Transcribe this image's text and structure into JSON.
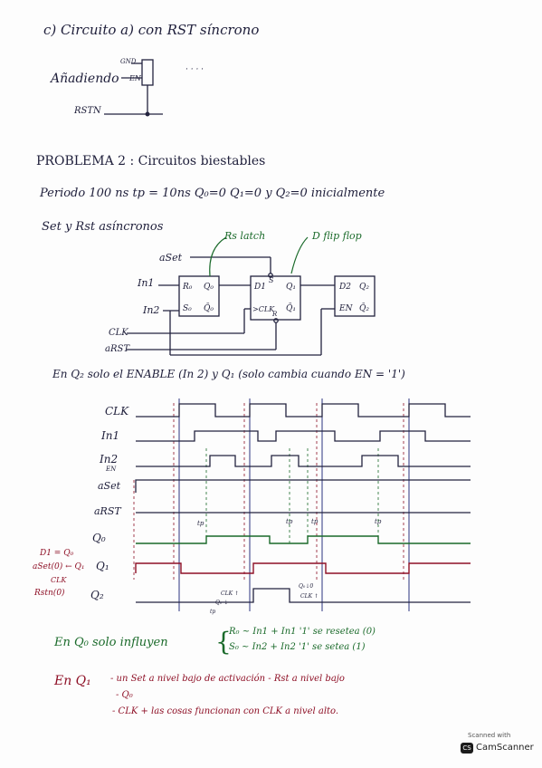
{
  "section_c": {
    "title": "c) Circuito a) con RST síncrono",
    "adding": "Añadiendo",
    "gnd": "GND",
    "en": "EN",
    "dots": "· · · ·",
    "rstn": "RSTN"
  },
  "problem2": {
    "title": "PROBLEMA 2 : Circuitos biestables",
    "period": "Periodo 100 ns   tp = 10ns   Q₀=0  Q₁=0 y Q₂=0 inicialmente",
    "set_rst": "Set y Rst asíncronos",
    "rs_latch": "Rs latch",
    "d_flipflop": "D flip flop"
  },
  "circuit": {
    "aset": "aSet",
    "in1": "In1",
    "in2": "In2",
    "clk": "CLK",
    "arst": "aRST",
    "r0": "R₀",
    "q0": "Q₀",
    "s0": "S₀",
    "q0bar": "Q̄₀",
    "d1": "D1",
    "s": "S",
    "q1": "Q₁",
    "clk_in": ">CLK",
    "r": "R",
    "q1bar": "Q̄₁",
    "d2": "D2",
    "q2": "Q₂",
    "en": "EN",
    "q2bar": "Q̄₂"
  },
  "note_q2": "En Q₂ solo el ENABLE (In 2) y Q₁ (solo cambia cuando EN = '1')",
  "timing": {
    "labels": [
      "CLK",
      "In1",
      "In2",
      "EN",
      "aSet",
      "aRST",
      "Q₀",
      "Q₁",
      "Q₂"
    ],
    "side_notes": [
      "D1 = Q₀",
      "aSet(0) ← Q₁",
      "CLK",
      "Rstn(0)"
    ],
    "tp": "tp",
    "annot": [
      "CLK ↑",
      "Q₀ ↓",
      "tp",
      "Q₀↓0",
      "CLK ↑"
    ]
  },
  "note_q0": {
    "prefix": "En Q₀ solo influyen",
    "line1": "R₀ ~ In1 + In1 '1' se resetea (0)",
    "line2": "S₀ ~ In2 + In2 '1' se setea (1)"
  },
  "note_q1": {
    "prefix": "En Q₁",
    "line1": "- un Set a nivel bajo de activación   - Rst a nivel bajo",
    "line2": "- Q₀",
    "line3": "- CLK + las cosas funcionan con CLK a nivel alto."
  },
  "badge": {
    "caption": "Scanned with",
    "logo": "CS",
    "name": "CamScanner"
  }
}
